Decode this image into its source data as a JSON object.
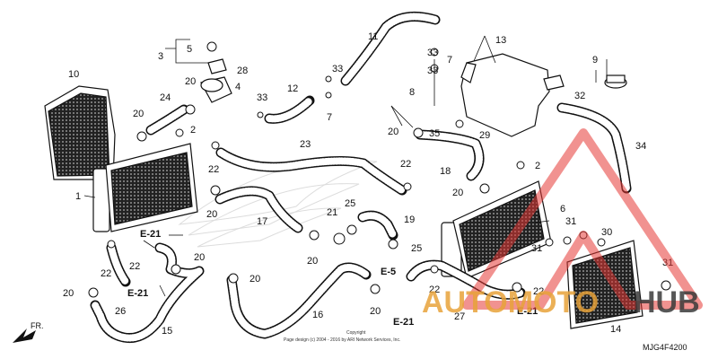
{
  "callouts": {
    "c1": "1",
    "c2a": "2",
    "c2b": "2",
    "c3": "3",
    "c4": "4",
    "c5": "5",
    "c6": "6",
    "c7a": "7",
    "c7b": "7",
    "c8": "8",
    "c9": "9",
    "c10": "10",
    "c11": "11",
    "c12": "12",
    "c13": "13",
    "c14": "14",
    "c15": "15",
    "c16": "16",
    "c17": "17",
    "c18": "18",
    "c19": "19",
    "c20a": "20",
    "c20b": "20",
    "c20c": "20",
    "c20d": "20",
    "c20e": "20",
    "c20f": "20",
    "c20g": "20",
    "c20h": "20",
    "c20i": "20",
    "c20j": "20",
    "c21": "21",
    "c22a": "22",
    "c22b": "22",
    "c22c": "22",
    "c22d": "22",
    "c22e": "22",
    "c22f": "22",
    "c23": "23",
    "c24": "24",
    "c25a": "25",
    "c25b": "25",
    "c26": "26",
    "c27": "27",
    "c28": "28",
    "c29": "29",
    "c30": "30",
    "c31a": "31",
    "c31b": "31",
    "c32": "32",
    "c33a": "33",
    "c33b": "33",
    "c33c": "33",
    "c33d": "33",
    "c34": "34",
    "c35": "35"
  },
  "refs": {
    "e21a": "E-21",
    "e21b": "E-21",
    "e21c": "E-21",
    "e21d": "E-21",
    "e5": "E-5"
  },
  "direction_label": "FR.",
  "copyright": "Copyright",
  "copyright_line": "Page design (c) 2004 - 2016 by ARI Network Services, Inc.",
  "diagram_code": "MJG4F4200",
  "watermark": {
    "part_a": "AUTOMOTO",
    "part_b": "HUB",
    "color_a": "#e8a23a",
    "color_b": "#3a3a3a",
    "triangle_color": "#e53935"
  }
}
